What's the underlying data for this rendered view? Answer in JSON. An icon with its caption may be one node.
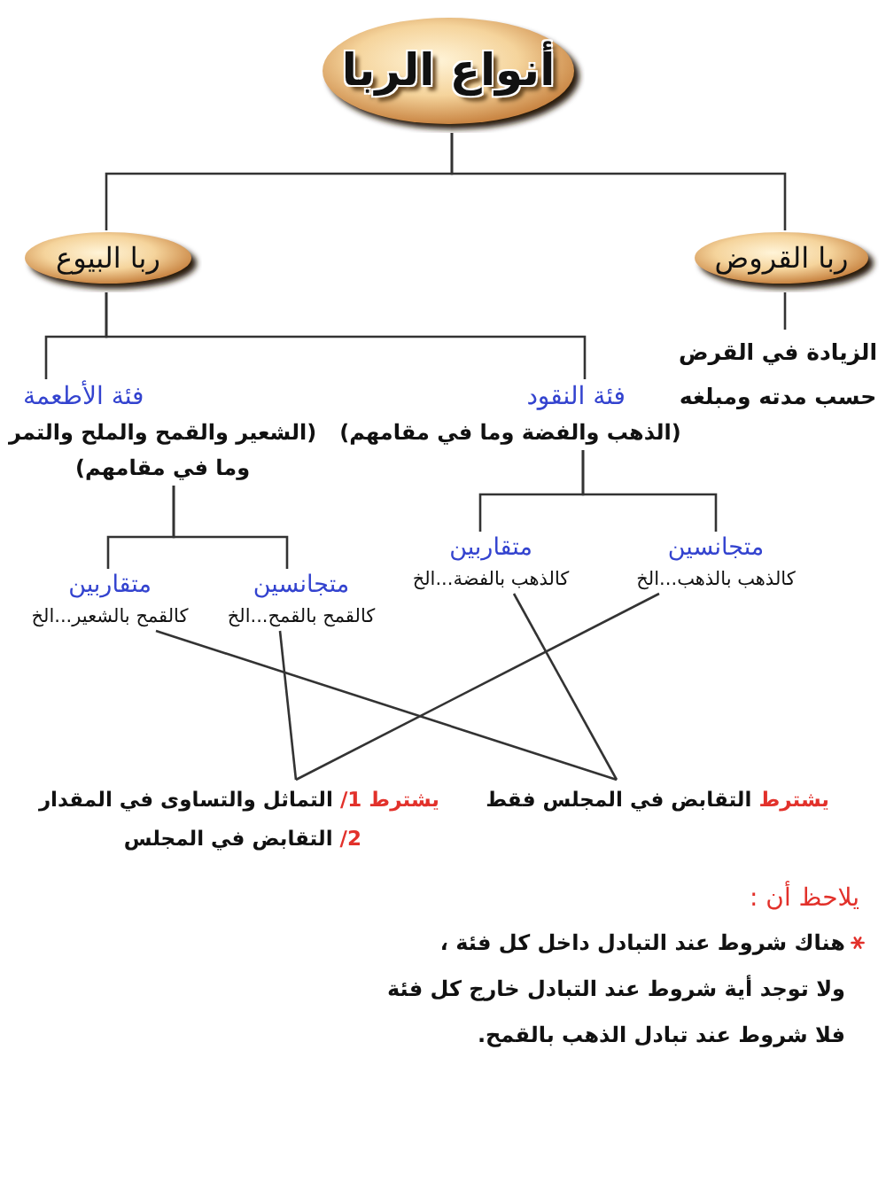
{
  "diagram": {
    "nodes": [
      {
        "text": [
          "أنواع الربا"
        ]
      },
      {
        "text": [
          "ربا القروض"
        ]
      },
      {
        "text": [
          "ربا البيوع"
        ]
      },
      {
        "text": [
          "الزيادة في القرض حسب مدته ومبلغه"
        ]
      },
      {
        "text": [
          "فئة النقود",
          "(الذهب والفضة وما في مقامهم)"
        ]
      },
      {
        "text": [
          "فئة الأطعمة",
          "(الشعير والقمح والملح والتمر وما في مقامهم)"
        ]
      },
      {
        "text": [
          "متجانسين",
          "كالذهب بالذهب...الخ"
        ]
      },
      {
        "text": [
          "متقاربين",
          "كالذهب بالفضة...الخ"
        ]
      },
      {
        "text": [
          "متجانسين",
          "كالقمح بالقمح...الخ"
        ]
      },
      {
        "text": [
          "متقاربين",
          "كالقمح بالشعير...الخ"
        ]
      },
      {
        "text": [
          "**يشترط** التقابض في المجلس فقط"
        ]
      },
      {
        "text": [
          "**يشترط 1/** التماثل والتساوى في المقدار",
          "**2/** التقابض في المجلس"
        ]
      }
    ],
    "edges": [
      {
        "from": 0,
        "to": 1,
        "arrow": "none"
      },
      {
        "from": 0,
        "to": 2,
        "arrow": "none"
      },
      {
        "from": 1,
        "to": 3,
        "arrow": "none"
      },
      {
        "from": 2,
        "to": 4,
        "arrow": "none"
      },
      {
        "from": 2,
        "to": 5,
        "arrow": "none"
      },
      {
        "from": 4,
        "to": 6,
        "arrow": "none"
      },
      {
        "from": 4,
        "to": 7,
        "arrow": "none"
      },
      {
        "from": 5,
        "to": 8,
        "arrow": "none"
      },
      {
        "from": 5,
        "to": 9,
        "arrow": "none"
      },
      {
        "from": 6,
        "to": 11,
        "arrow": "none"
      },
      {
        "from": 7,
        "to": 10,
        "arrow": "none"
      },
      {
        "from": 8,
        "to": 11,
        "arrow": "none"
      },
      {
        "from": 9,
        "to": 10,
        "arrow": "none"
      }
    ],
    "labels": [
      "يلاحظ أن :",
      "هناك شروط عند التبادل داخل كل فئة ، ولا توجد أية شروط عند التبادل خارج كل فئة فلا شروط عند تبادل الذهب بالقمح."
    ]
  }
}
